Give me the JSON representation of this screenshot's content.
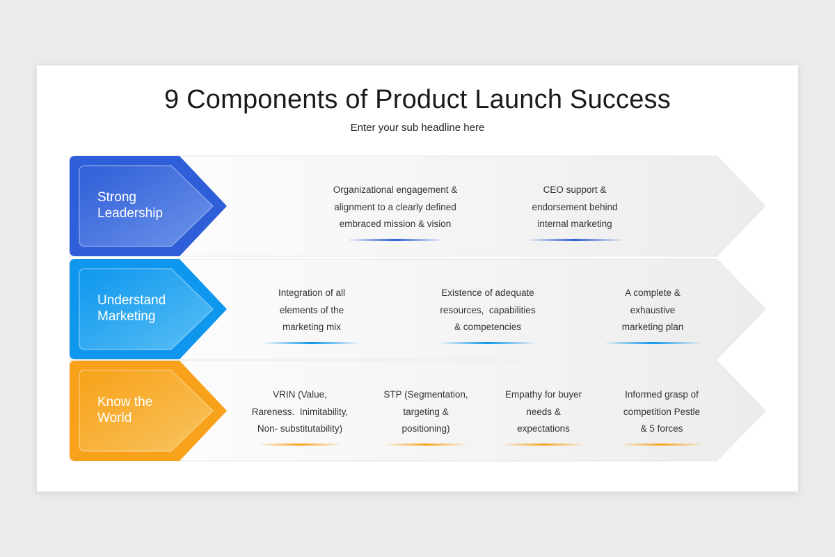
{
  "title": "9 Components of Product Launch Success",
  "subtitle": "Enter your sub headline here",
  "rows": [
    {
      "label_line1": "Strong",
      "label_line2": "Leadership",
      "color_dark": "#2f5fd8",
      "color_light": "#6f95ea",
      "items": [
        "Organizational engagement &\nalignment to a clearly defined\nembraced mission & vision",
        "CEO support &\nendorsement behind\ninternal marketing"
      ]
    },
    {
      "label_line1": "Understand",
      "label_line2": "Marketing",
      "color_dark": "#0f97ee",
      "color_light": "#5cc0f5",
      "items": [
        "Integration of all\nelements of the\nmarketing mix",
        "Existence of adequate\nresources,  capabilities\n& competencies",
        "A complete &\nexhaustive\nmarketing plan"
      ]
    },
    {
      "label_line1": "Know the",
      "label_line2": "World",
      "color_dark": "#f7a21a",
      "color_light": "#f9c460",
      "items": [
        "VRIN (Value,\nRareness.  Inimitability,\nNon- substitutability)",
        "STP (Segmentation,\ntargeting &\npositioning)",
        "Empathy for buyer\nneeds &\nexpectations",
        "Informed grasp of\ncompetition Pestle\n& 5 forces"
      ]
    }
  ]
}
